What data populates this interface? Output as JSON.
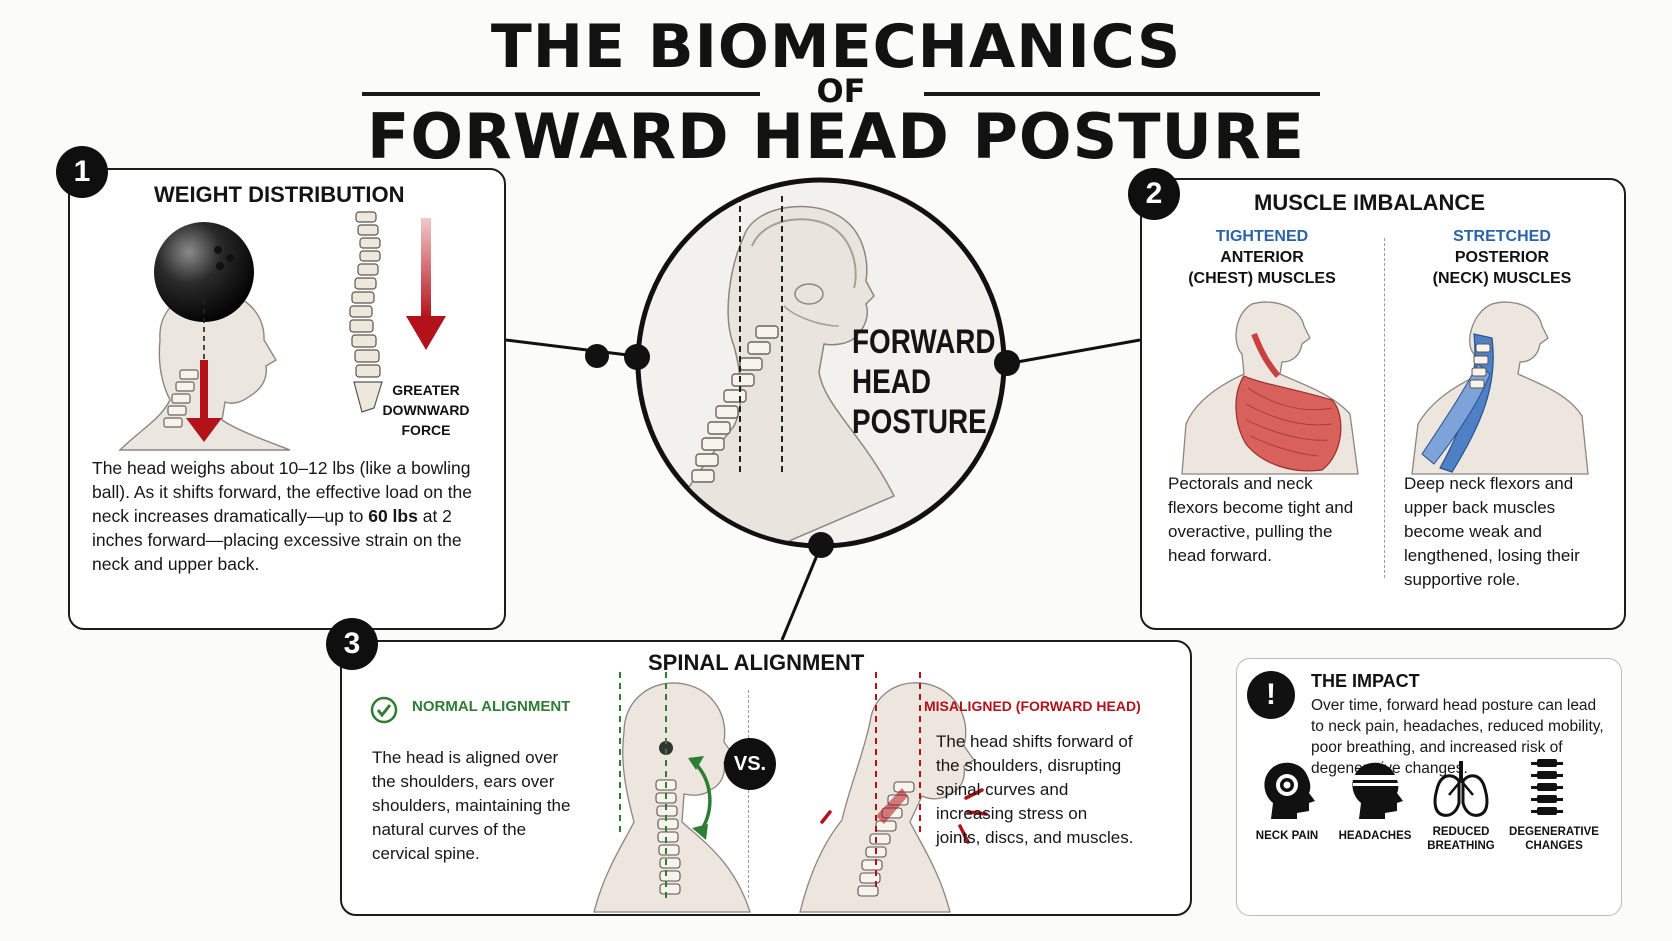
{
  "title": {
    "line1": "THE BIOMECHANICS",
    "line2": "OF",
    "line3": "FORWARD HEAD POSTURE"
  },
  "center": {
    "label_line1": "FORWARD",
    "label_line2": "HEAD",
    "label_line3": "POSTURE"
  },
  "panel1": {
    "number": "1",
    "title": "WEIGHT DISTRIBUTION",
    "force_label_1": "GREATER",
    "force_label_2": "DOWNWARD",
    "force_label_3": "FORCE",
    "text_a": "The head weighs about 10–12 lbs (like a bowling ball). As it shifts forward, the effective load on the neck increases dramatically—up to ",
    "text_bold": "60 lbs",
    "text_b": " at 2 inches forward—placing excessive strain on the neck and upper back.",
    "colors": {
      "arrow": "#b3121b"
    }
  },
  "panel2": {
    "number": "2",
    "title": "MUSCLE IMBALANCE",
    "left": {
      "state": "TIGHTENED",
      "line2": "ANTERIOR",
      "line3": "(CHEST) MUSCLES",
      "text": "Pectorals and neck flexors become tight and overactive, pulling the head forward."
    },
    "right": {
      "state": "STRETCHED",
      "line2": "POSTERIOR",
      "line3": "(NECK) MUSCLES",
      "text": "Deep neck flexors and upper back muscles become weak and lengthened, losing their supportive role."
    },
    "colors": {
      "tight": "#c9413f",
      "stretched": "#3d6fb6"
    }
  },
  "panel3": {
    "number": "3",
    "title": "SPINAL ALIGNMENT",
    "normal": {
      "heading": "NORMAL ALIGNMENT",
      "text": "The head is aligned over the shoulders, ears over shoulders, maintaining the natural curves of the cervical spine."
    },
    "vs": "VS.",
    "misaligned": {
      "heading": "MISALIGNED (FORWARD HEAD)",
      "text": "The head shifts forward of the shoulders, disrupting spinal curves and increasing stress on joints, discs, and muscles."
    },
    "colors": {
      "normal": "#2e7d32",
      "misaligned": "#b3121b"
    }
  },
  "impact": {
    "title": "THE IMPACT",
    "text": "Over time, forward head posture can lead to neck pain, headaches, reduced mobility, poor breathing, and increased risk of degenerative changes.",
    "icons": [
      {
        "icon": "head-target-icon",
        "label": "NECK PAIN"
      },
      {
        "icon": "head-band-icon",
        "label": "HEADACHES"
      },
      {
        "icon": "lungs-icon",
        "label": "REDUCED BREATHING"
      },
      {
        "icon": "vertebrae-icon",
        "label": "DEGENERATIVE CHANGES"
      }
    ]
  }
}
